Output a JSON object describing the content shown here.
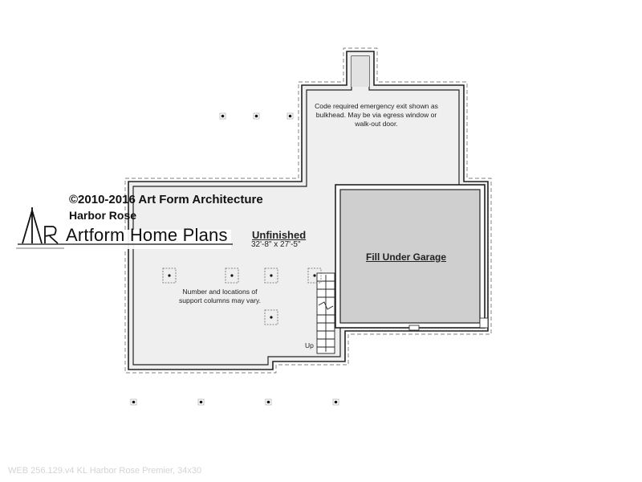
{
  "watermark": {
    "copyright": "©2010-2016 Art Form Architecture",
    "plan_name": "Harbor Rose",
    "brand": "Artform Home Plans"
  },
  "rooms": {
    "unfinished": {
      "name": "Unfinished",
      "dimensions": "32'-8\" x 27'-5\""
    },
    "garage": {
      "name": "Fill Under Garage"
    }
  },
  "notes": {
    "columns": "Number and locations of support columns may vary.",
    "emergency_exit": "Code required emergency exit shown as bulkhead. May be via egress window or walk-out door."
  },
  "stair": {
    "label": "Up"
  },
  "footer": "WEB 256.129.v4 KL Harbor Rose Premier, 34x30",
  "colors": {
    "floor": "#efefef",
    "garage_fill": "#cfcfcf",
    "wall": "#222222"
  }
}
